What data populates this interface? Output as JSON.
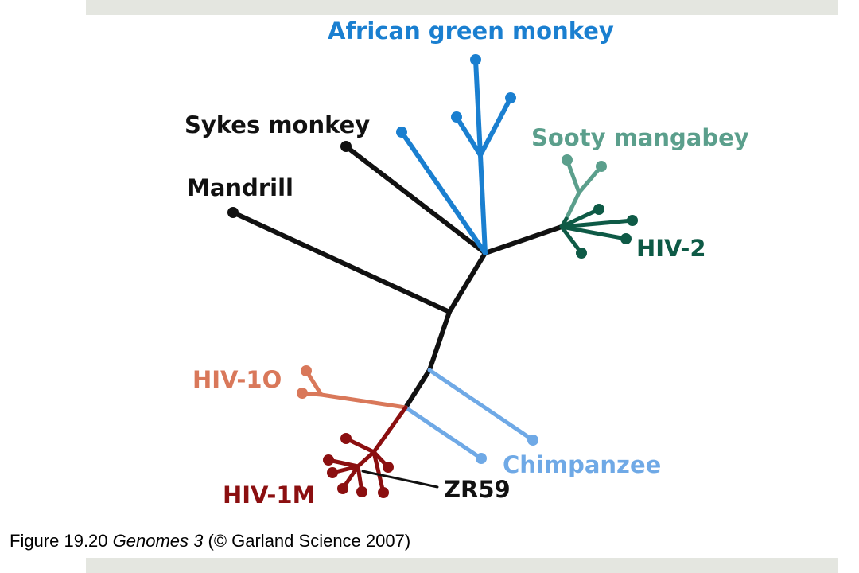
{
  "colors": {
    "black": "#111111",
    "african_green_monkey": "#1a7fd0",
    "sooty_mangabey": "#5b9f8c",
    "hiv2": "#0e5a46",
    "hiv1o": "#d9785a",
    "hiv1m": "#8b0f10",
    "chimpanzee": "#6fa9e6"
  },
  "labels": {
    "african_green_monkey": "African green monkey",
    "sykes_monkey": "Sykes monkey",
    "sooty_mangabey": "Sooty mangabey",
    "mandrill": "Mandrill",
    "hiv2": "HIV-2",
    "hiv1o": "HIV-1O",
    "chimpanzee": "Chimpanzee",
    "zr59": "ZR59",
    "hiv1m": "HIV-1M"
  },
  "caption": {
    "prefix": "Figure 19.20  ",
    "book": "Genomes 3",
    "suffix": " (© Garland Science 2007)"
  }
}
